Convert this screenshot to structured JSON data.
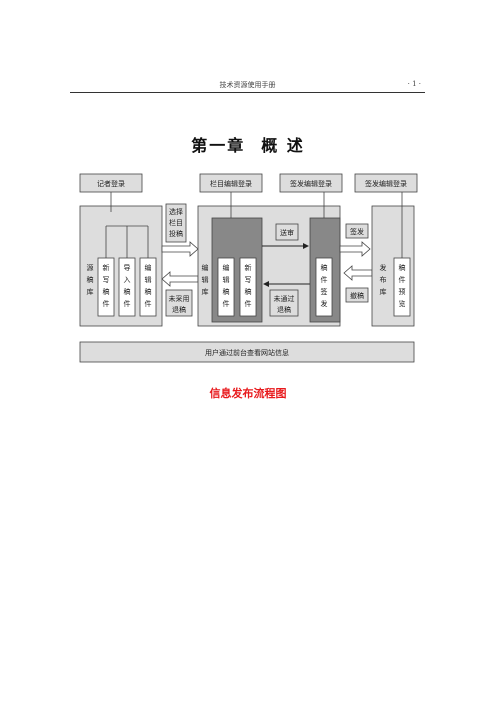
{
  "header": {
    "title": "技术资源使用手册",
    "page_number": "· 1 ·"
  },
  "chapter": {
    "number": "第一章",
    "title": "概  述"
  },
  "diagram": {
    "logins": {
      "reporter": "记者登录",
      "column_editor": "栏目编辑登录",
      "review_editor": "签发编辑登录",
      "publish_editor": "签发编辑登录"
    },
    "source_lib": {
      "label": "源稿库",
      "new": "新写稿件",
      "import": "导入稿件",
      "edit": "编辑稿件"
    },
    "select_column": "选择栏目投稿",
    "rejected_unused": "未采用退稿",
    "edit_lib": {
      "label": "编辑库",
      "edit": "编辑稿件",
      "new": "新写稿件"
    },
    "send_review": "送审",
    "not_passed": "未通过退稿",
    "review": "稿件签发",
    "sign": "签发",
    "withdraw": "撤稿",
    "publish_lib": {
      "label": "发布库",
      "preview": "稿件预览"
    },
    "footer_bar": "用户通过前台查看网站信息"
  },
  "caption": "信息发布流程图"
}
